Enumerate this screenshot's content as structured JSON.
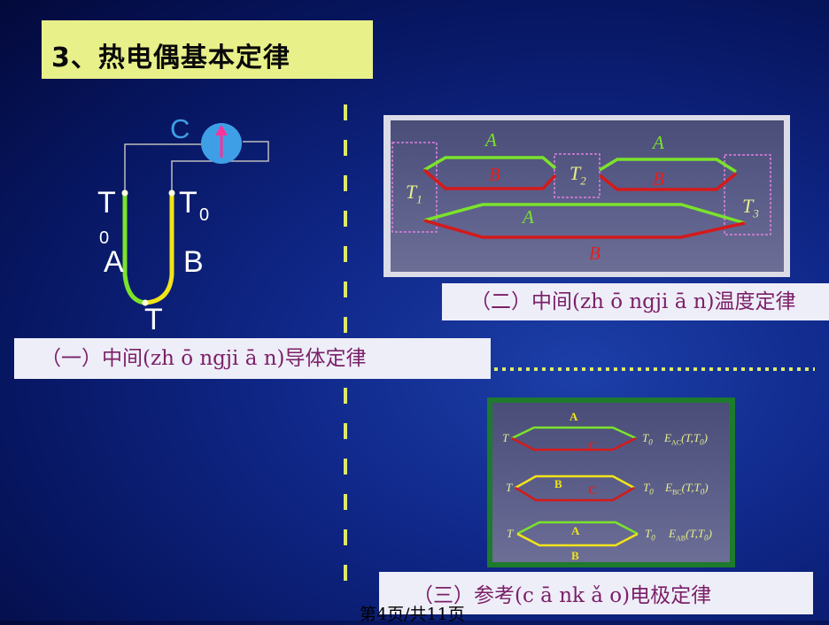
{
  "title": "3、热电偶基本定律",
  "left_diagram": {
    "C": "C",
    "T0_left": "T",
    "T0_left_sub": "0",
    "T0_right": "T",
    "T0_right_sub": "0",
    "A": "A",
    "B": "B",
    "T": "T",
    "colors": {
      "wireA": "#7be32a",
      "wireB": "#f1e418",
      "meter": "#3f9fe6",
      "needle": "#ff3399"
    }
  },
  "caption1": "（一）中间(zh ō ngji ā n)导体定律",
  "caption2": "（二）中间(zh ō ngji ā n)温度定律",
  "caption3": "（三）参考(c ā nk ǎ o)电极定律",
  "panel2": {
    "A1": "A",
    "B1": "B",
    "A2": "A",
    "B2": "B",
    "A3": "A",
    "B3": "B",
    "T1": "T",
    "T1_sub": "1",
    "T2": "T",
    "T2_sub": "2",
    "T3": "T",
    "T3_sub": "3"
  },
  "panel3": {
    "row1": {
      "T": "T",
      "T0": "T",
      "T0_sub": "0",
      "top": "A",
      "bottom": "C",
      "E": "E",
      "E_sub": "AC",
      "E_args": "(T,T",
      "E_args_sub": "0",
      "E_close": ")"
    },
    "row2": {
      "T": "T",
      "T0": "T",
      "T0_sub": "0",
      "top": "B",
      "bottom": "C",
      "E": "E",
      "E_sub": "BC",
      "E_args": "(T,T",
      "E_args_sub": "0",
      "E_close": ")"
    },
    "row3": {
      "T": "T",
      "T0": "T",
      "T0_sub": "0",
      "top": "A",
      "bottom": "B",
      "E": "E",
      "E_sub": "AB",
      "E_args": "(T,T",
      "E_args_sub": "0",
      "E_close": ")"
    }
  },
  "page_number": "第4页/共11页"
}
